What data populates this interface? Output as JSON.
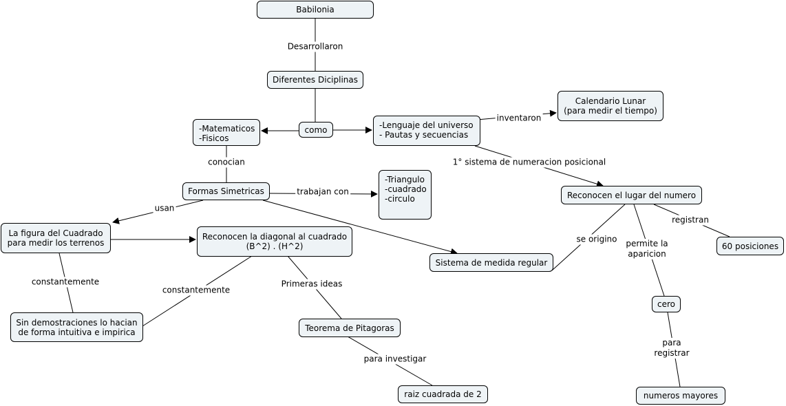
{
  "nodes": {
    "babilonia": "Babilonia",
    "diciplinas": "Diferentes Diciplinas",
    "como": "como",
    "matematicos": "-Matematicos\n-Fisicos",
    "lenguaje": "-Lenguaje del universo\n- Pautas y secuencias",
    "calendario": "Calendario Lunar\n(para medir el tiempo)",
    "formas": "Formas Simetricas",
    "triangulo": "-Triangulo\n-cuadrado\n-circulo",
    "figura": "La figura del Cuadrado\npara medir los terrenos",
    "diagonal": "Reconocen la diagonal al cuadrado\n(B^2) . (H^2)",
    "sistema": "Sistema de medida regular",
    "lugar": "Reconocen el lugar del numero",
    "posiciones": "60 posiciones",
    "demostraciones": "Sin demostraciones lo hacian\nde forma intuitiva e impirica",
    "pitagoras": "Teorema de Pitagoras",
    "raiz": "raiz cuadrada de 2",
    "cero": "cero",
    "mayores": "numeros mayores"
  },
  "labels": {
    "desarrollaron": "Desarrollaron",
    "inventaron": "inventaron",
    "sistema_numeracion": "1° sistema de numeracion posicional",
    "conocian": "conocian",
    "trabajan": "trabajan con",
    "usan": "usan",
    "registran": "registran",
    "se_origino": "se origino",
    "permite": "permite la\naparicion",
    "constantemente1": "constantemente",
    "constantemente2": "constantemente",
    "primeras": "Primeras ideas",
    "para_investigar": "para investigar",
    "para_registrar": "para\nregistrar"
  }
}
